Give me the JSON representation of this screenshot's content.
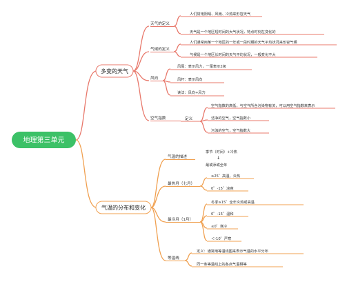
{
  "root": {
    "label": "地理第三单元",
    "color": "#3cc167"
  },
  "branch1": {
    "label": "多变的天气",
    "color": "#e8786b",
    "weather": {
      "label": "天气的定义",
      "items": [
        "人们常用阴晴、风雨、冷热来形容天气",
        "天气是一个地区短时间的大气状况，特点时刻在变化的"
      ]
    },
    "climate": {
      "label": "气候的定义",
      "items": [
        "人们通常用某一个地区的一年或一段时期的天气平均状况来形容气候",
        "气候是一个地区长时间的天气平均状况，一般变化不大"
      ]
    },
    "wind": {
      "label": "风向",
      "items": [
        "风尾：表示风力，一尾表示2级",
        "风杆：表示风向",
        "读法：风向+风力"
      ]
    },
    "aqi": {
      "label": "空气指数",
      "sub": "定义",
      "items": [
        "空气指数的高低，与空气所含污染物有关，可以用空气指数来表示",
        "洁净的空气，空气指数小",
        "污浊的空气，空气指数大"
      ]
    }
  },
  "branch2": {
    "label": "气温的分布和变化",
    "color": "#f0a050",
    "description": {
      "label": "气温的描述",
      "line1": "季节（时间）+冷热",
      "arrow": "↓",
      "line2": "最或添或全年"
    },
    "hottest": {
      "label": "最热月（七月）",
      "items": [
        "≥25゜高温、炎热",
        "0゜-15゜凉爽"
      ]
    },
    "coldest": {
      "label": "最冷月（1月）",
      "items": [
        "冬季≥15゜全年炎热或高温",
        "0゜-15゜温和",
        "≤0゜寒冷",
        "＜-10゜严寒"
      ]
    },
    "isotherm": {
      "label": "等温线",
      "items": [
        "定义：通常用等温线图来表示气温的水平分布",
        "同一条等温线上的各点气温相等"
      ]
    }
  }
}
